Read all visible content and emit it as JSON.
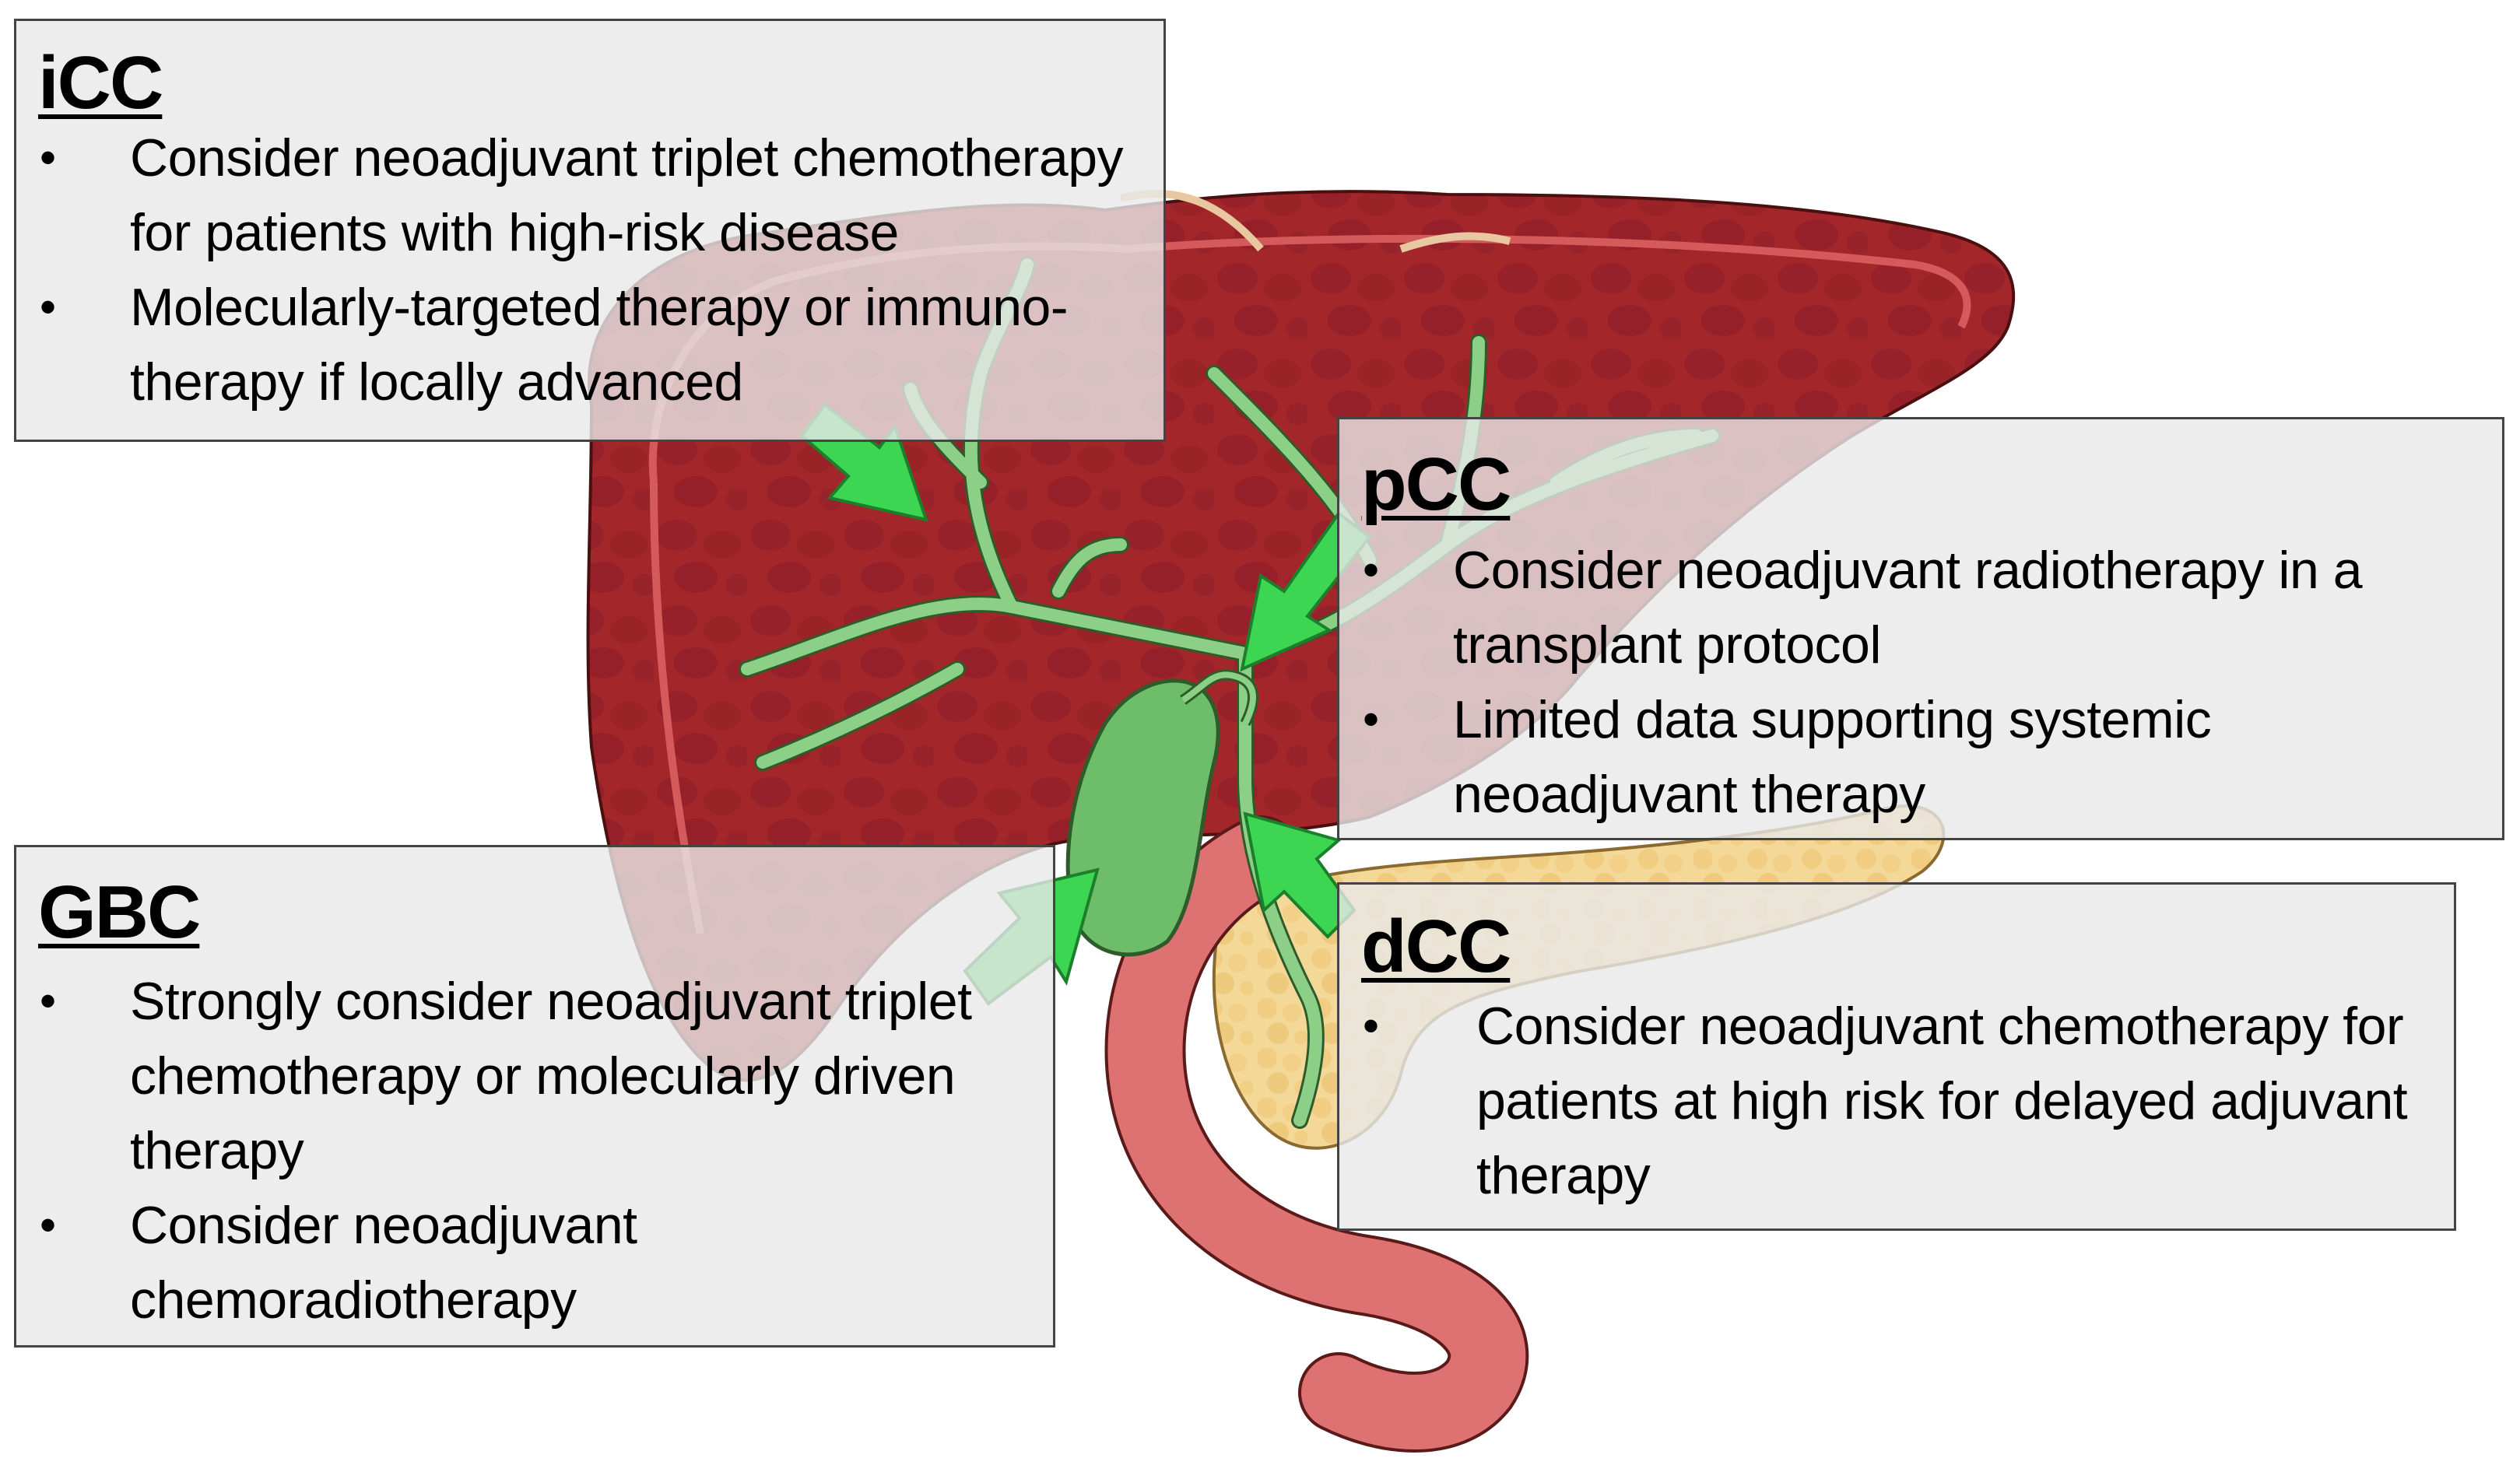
{
  "colors": {
    "liver": "#a52a2a",
    "liver_dark": "#8f1f22",
    "liver_edge": "#c8383a",
    "bile_duct": "#7cc77a",
    "gallbladder": "#6ebd6a",
    "pancreas": "#f3d58f",
    "duodenum": "#de7272",
    "arrow": "#3dd652",
    "box_fill": "#e8e8e8",
    "box_border": "#444444"
  },
  "callouts": {
    "icc": {
      "title": "iCC",
      "bullets": [
        {
          "lines": [
            "Consider neoadjuvant triplet chemotherapy",
            "for patients with high-risk disease"
          ]
        },
        {
          "lines": [
            "Molecularly-targeted therapy or immuno-",
            "therapy if locally advanced"
          ]
        }
      ]
    },
    "pcc": {
      "title": "pCC",
      "bullets": [
        {
          "lines": [
            "Consider neoadjuvant radiotherapy in a",
            "transplant protocol"
          ]
        },
        {
          "lines": [
            "Limited data supporting systemic",
            "neoadjuvant therapy"
          ]
        }
      ]
    },
    "gbc": {
      "title": "GBC",
      "bullets": [
        {
          "lines": [
            "Strongly consider neoadjuvant triplet",
            "chemotherapy or molecularly driven",
            "therapy"
          ]
        },
        {
          "lines": [
            "Consider neoadjuvant",
            "chemoradiotherapy"
          ]
        }
      ]
    },
    "dcc": {
      "title": "dCC",
      "bullets": [
        {
          "lines": [
            "Consider neoadjuvant chemotherapy for",
            "patients at high risk for delayed adjuvant",
            "therapy"
          ]
        }
      ]
    }
  },
  "bullet_symbol": "•"
}
